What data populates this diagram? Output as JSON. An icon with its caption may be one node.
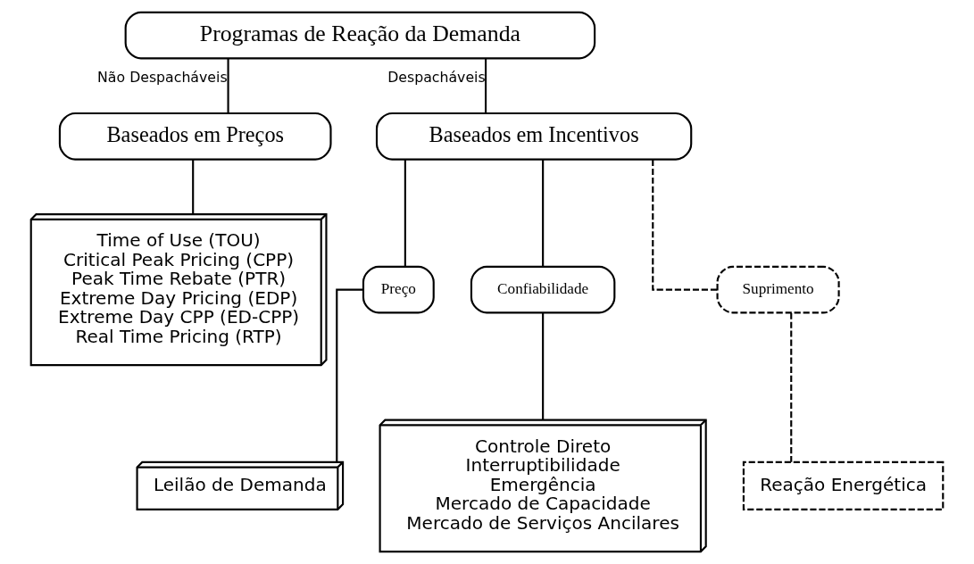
{
  "diagram": {
    "nodes": [
      {
        "text": [
          "Programas de Reação da Demanda"
        ]
      },
      {
        "text": [
          "Baseados em Preços"
        ]
      },
      {
        "text": [
          "Baseados em Incentivos"
        ]
      },
      {
        "text": [
          "Time of Use (TOU)",
          "Critical Peak Pricing (CPP)",
          "Peak Time Rebate (PTR)",
          "Extreme Day Pricing (EDP)",
          "Extreme Day CPP (ED-CPP)",
          "Real Time Pricing (RTP)"
        ]
      },
      {
        "text": [
          "Preço"
        ]
      },
      {
        "text": [
          "Confiabilidade"
        ]
      },
      {
        "text": [
          "Suprimento"
        ]
      },
      {
        "text": [
          "Leilão de Demanda"
        ]
      },
      {
        "text": [
          "Controle Direto",
          "Interruptibilidade",
          "Emergência",
          "Mercado de Capacidade",
          "Mercado de Serviços Ancilares"
        ]
      },
      {
        "text": [
          "Reação Energética"
        ]
      }
    ],
    "edges": [
      {
        "from": 0,
        "to": 1,
        "arrow": "none",
        "label": "Não Despacháveis"
      },
      {
        "from": 0,
        "to": 2,
        "arrow": "none",
        "label": "Despacháveis"
      },
      {
        "from": 1,
        "to": 3,
        "arrow": "none"
      },
      {
        "from": 2,
        "to": 4,
        "arrow": "none"
      },
      {
        "from": 2,
        "to": 5,
        "arrow": "none"
      },
      {
        "from": 2,
        "to": 6,
        "arrow": "none",
        "style": "dashed"
      },
      {
        "from": 4,
        "to": 7,
        "arrow": "none"
      },
      {
        "from": 5,
        "to": 8,
        "arrow": "none"
      },
      {
        "from": 6,
        "to": 9,
        "arrow": "none",
        "style": "dashed"
      }
    ]
  }
}
